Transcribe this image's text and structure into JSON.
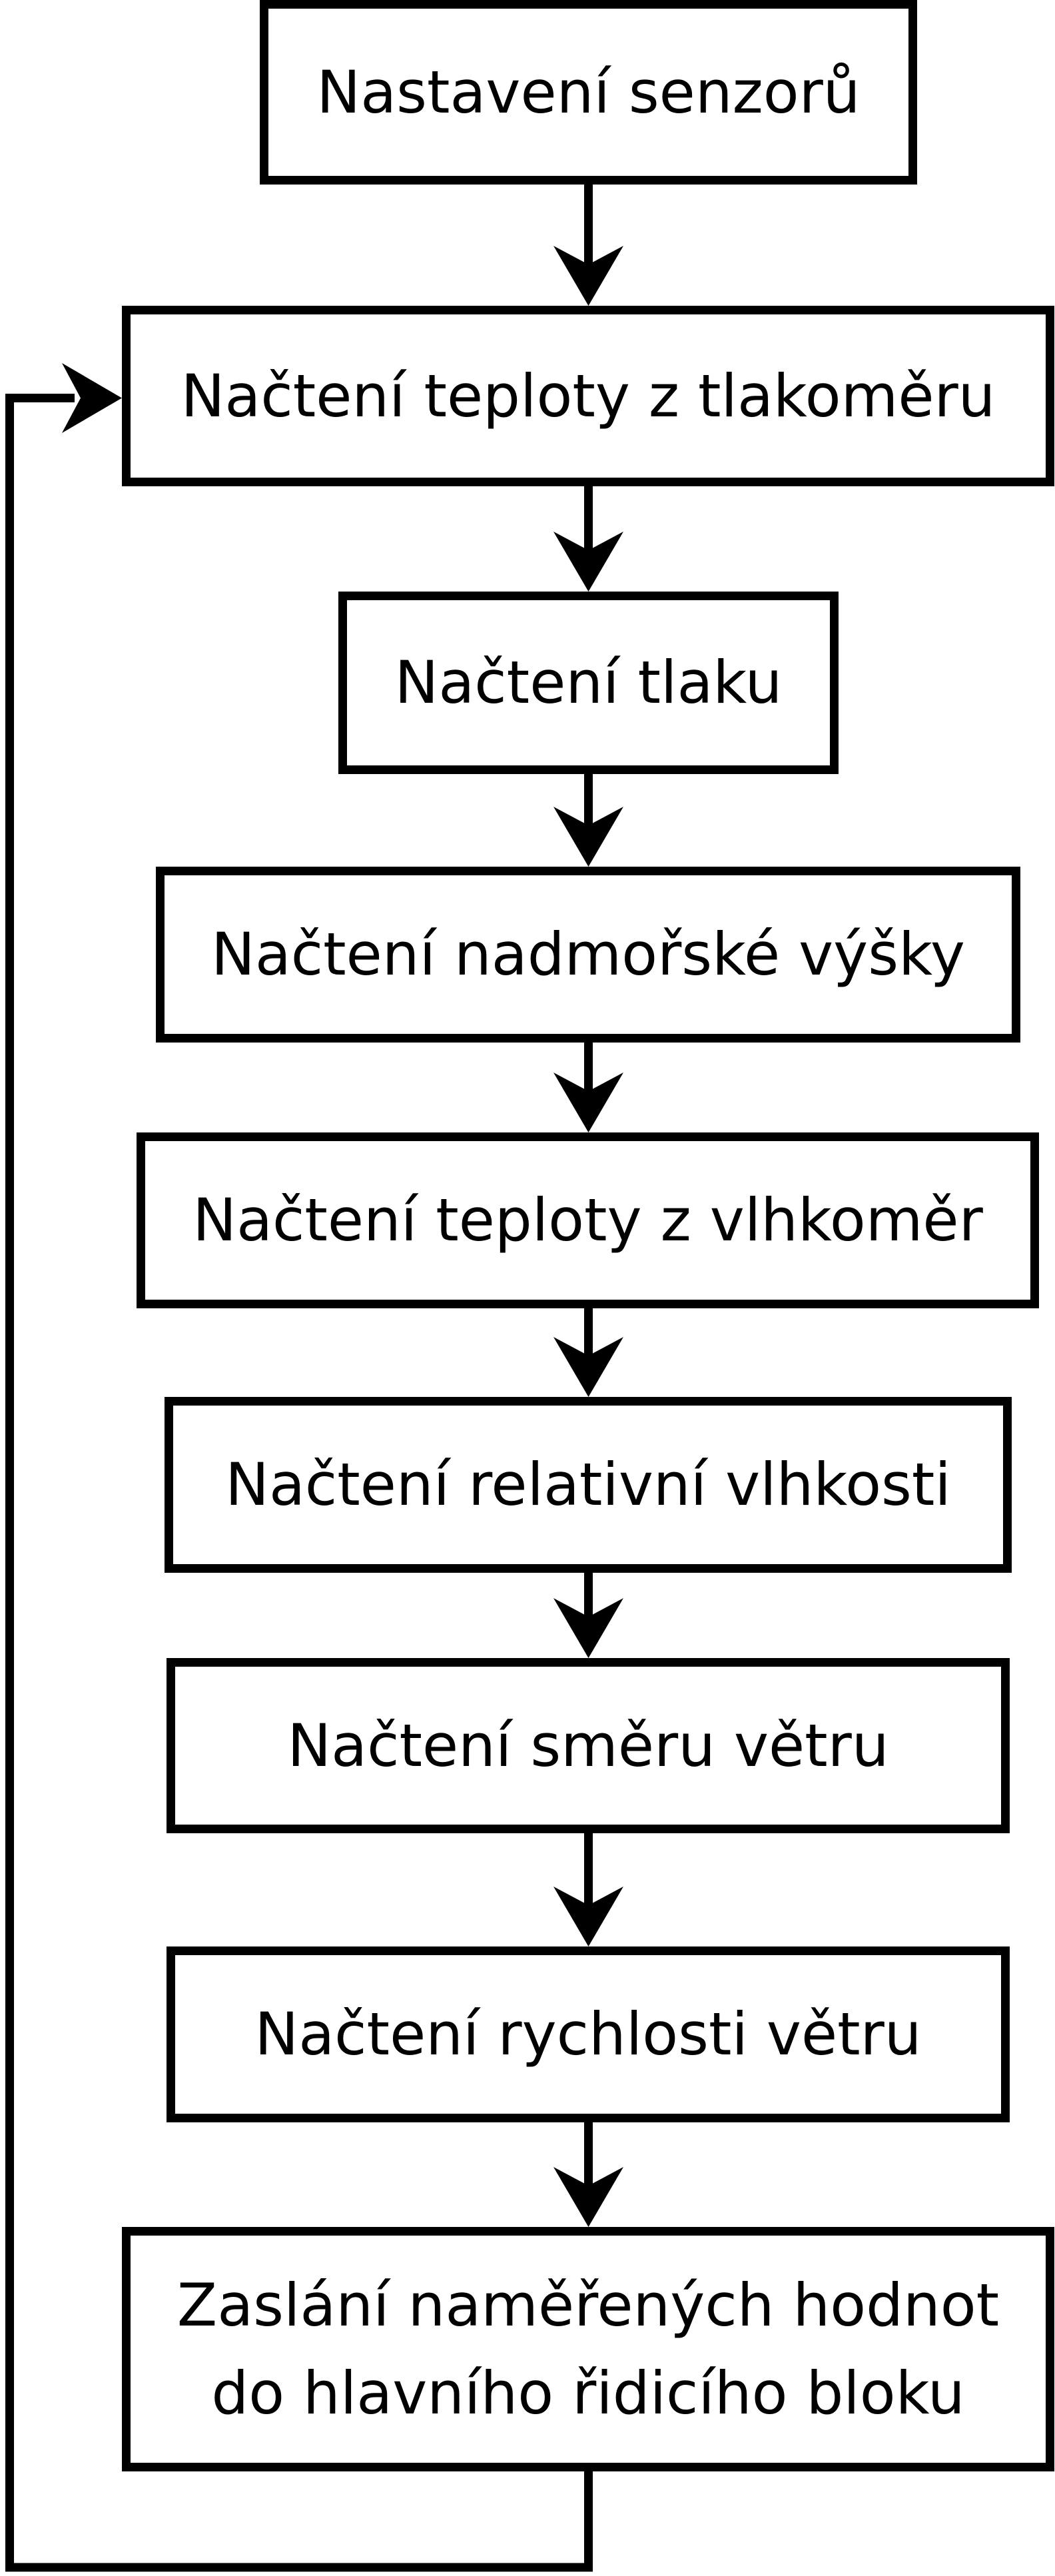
{
  "diagram": {
    "type": "flowchart",
    "background_color": "#ffffff",
    "line_color": "#000000",
    "text_color": "#000000",
    "nodes": [
      {
        "id": "sensor-setup",
        "label": "Nastavení senzorů"
      },
      {
        "id": "read-temp-barometer",
        "label": "Načtení teploty z tlakoměru"
      },
      {
        "id": "read-pressure",
        "label": "Načtení tlaku"
      },
      {
        "id": "read-altitude",
        "label": "Načtení nadmořské výšky"
      },
      {
        "id": "read-temp-hygrometer",
        "label": "Načtení teploty z vlhkoměr"
      },
      {
        "id": "read-rel-humidity",
        "label": "Načtení relativní vlhkosti"
      },
      {
        "id": "read-wind-direction",
        "label": "Načtení směru větru"
      },
      {
        "id": "read-wind-speed",
        "label": "Načtení rychlosti větru"
      },
      {
        "id": "send-values",
        "label": "Zaslání naměřených hodnot do hlavního řidicího bloku"
      }
    ],
    "edges": [
      {
        "from": "sensor-setup",
        "to": "read-temp-barometer",
        "type": "arrow-down"
      },
      {
        "from": "read-temp-barometer",
        "to": "read-pressure",
        "type": "arrow-down"
      },
      {
        "from": "read-pressure",
        "to": "read-altitude",
        "type": "arrow-down"
      },
      {
        "from": "read-altitude",
        "to": "read-temp-hygrometer",
        "type": "arrow-down"
      },
      {
        "from": "read-temp-hygrometer",
        "to": "read-rel-humidity",
        "type": "arrow-down"
      },
      {
        "from": "read-rel-humidity",
        "to": "read-wind-direction",
        "type": "arrow-down"
      },
      {
        "from": "read-wind-direction",
        "to": "read-wind-speed",
        "type": "arrow-down"
      },
      {
        "from": "read-wind-speed",
        "to": "send-values",
        "type": "arrow-down"
      },
      {
        "from": "send-values",
        "to": "read-temp-barometer",
        "type": "loop-back-left"
      }
    ]
  }
}
